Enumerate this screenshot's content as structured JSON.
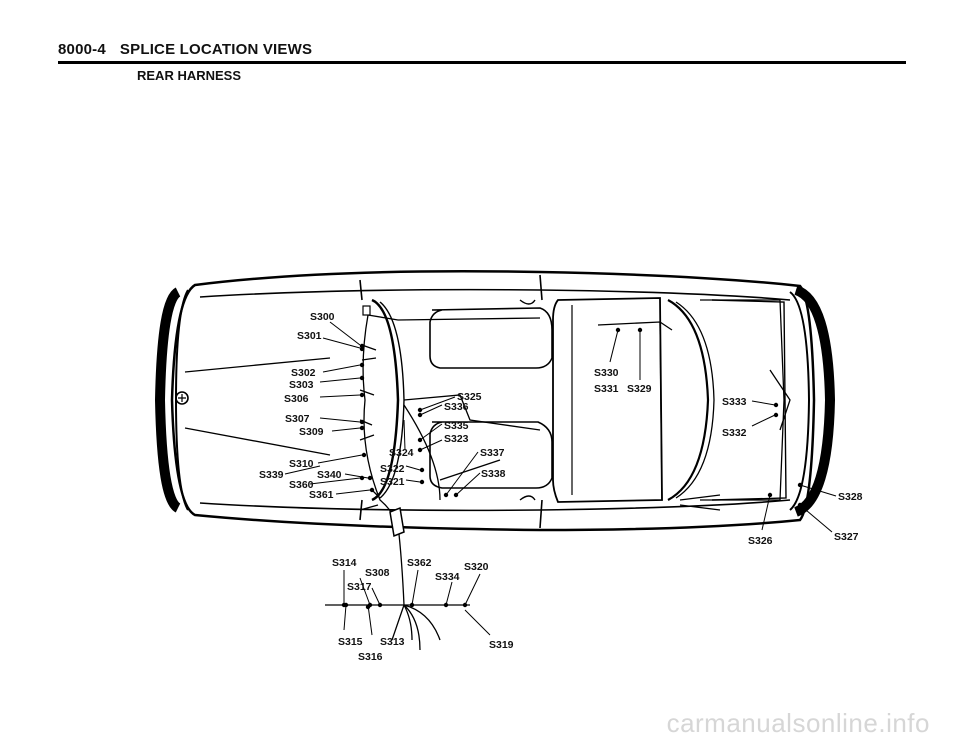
{
  "header": {
    "section_number": "8000-4",
    "title": "SPLICE LOCATION VIEWS"
  },
  "subtitle": "REAR HARNESS",
  "splices": {
    "s300": "S300",
    "s301": "S301",
    "s302": "S302",
    "s303": "S303",
    "s306": "S306",
    "s307": "S307",
    "s309": "S309",
    "s310": "S310",
    "s339": "S339",
    "s360": "S360",
    "s340": "S340",
    "s361": "S361",
    "s325": "S325",
    "s336": "S336",
    "s335": "S335",
    "s323": "S323",
    "s324": "S324",
    "s337": "S337",
    "s322": "S322",
    "s321": "S321",
    "s338": "S338",
    "s330": "S330",
    "s331": "S331",
    "s329": "S329",
    "s333": "S333",
    "s332": "S332",
    "s328": "S328",
    "s326": "S326",
    "s327": "S327",
    "s314": "S314",
    "s308": "S308",
    "s317": "S317",
    "s362": "S362",
    "s334": "S334",
    "s320": "S320",
    "s315": "S315",
    "s313": "S313",
    "s316": "S316",
    "s319": "S319"
  },
  "watermark": "carmanualsonline.info",
  "icons": [
    "car-body-outline-icon",
    "wiring-harness-icon",
    "connector-icon"
  ]
}
